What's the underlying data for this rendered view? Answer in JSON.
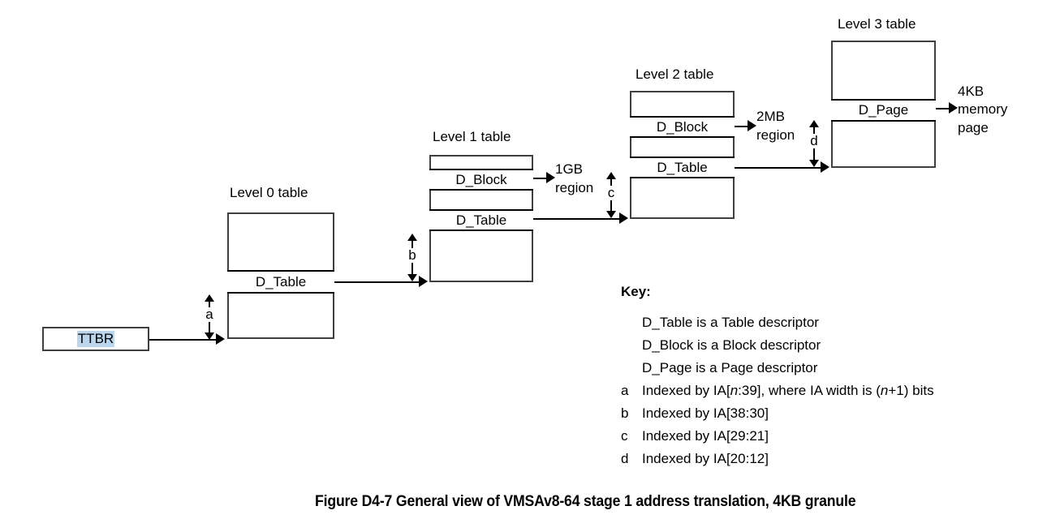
{
  "figure": {
    "caption": "Figure D4-7 General view of VMSAv8-64 stage 1 address translation, 4KB granule"
  },
  "registers": {
    "ttbr_label": "TTBR"
  },
  "tables": [
    {
      "title": "Level 0 table",
      "rows": [
        {
          "label": "D_Table"
        }
      ]
    },
    {
      "title": "Level 1 table",
      "rows": [
        {
          "label": "D_Block"
        },
        {
          "label": "D_Table"
        }
      ]
    },
    {
      "title": "Level 2 table",
      "rows": [
        {
          "label": "D_Block"
        },
        {
          "label": "D_Table"
        }
      ]
    },
    {
      "title": "Level 3 table",
      "rows": [
        {
          "label": "D_Page"
        }
      ]
    }
  ],
  "outputs": {
    "region_1gb_line1": "1GB",
    "region_1gb_line2": "region",
    "region_2mb_line1": "2MB",
    "region_2mb_line2": "region",
    "page_4kb_line1": "4KB",
    "page_4kb_line2": "memory",
    "page_4kb_line3": "page"
  },
  "measures": [
    {
      "id": "a",
      "label": "a"
    },
    {
      "id": "b",
      "label": "b"
    },
    {
      "id": "c",
      "label": "c"
    },
    {
      "id": "d",
      "label": "d"
    }
  ],
  "key": {
    "heading": "Key:",
    "entries": [
      {
        "mark": "",
        "text": "D_Table is a Table descriptor"
      },
      {
        "mark": "",
        "text": "D_Block is a Block descriptor"
      },
      {
        "mark": "",
        "text": "D_Page is a Page descriptor"
      },
      {
        "mark": "a",
        "text": "Indexed by IA[n:39], where IA width is (n+1) bits",
        "italic_tokens": [
          "n"
        ]
      },
      {
        "mark": "b",
        "text": "Indexed by IA[38:30]"
      },
      {
        "mark": "c",
        "text": "Indexed by IA[29:21]"
      },
      {
        "mark": "d",
        "text": "Indexed by IA[20:12]"
      }
    ]
  },
  "colors": {
    "selection_highlight": "#b9d6ec",
    "stroke": "#000000",
    "box_border": "#3f3f3f",
    "background": "#ffffff"
  }
}
